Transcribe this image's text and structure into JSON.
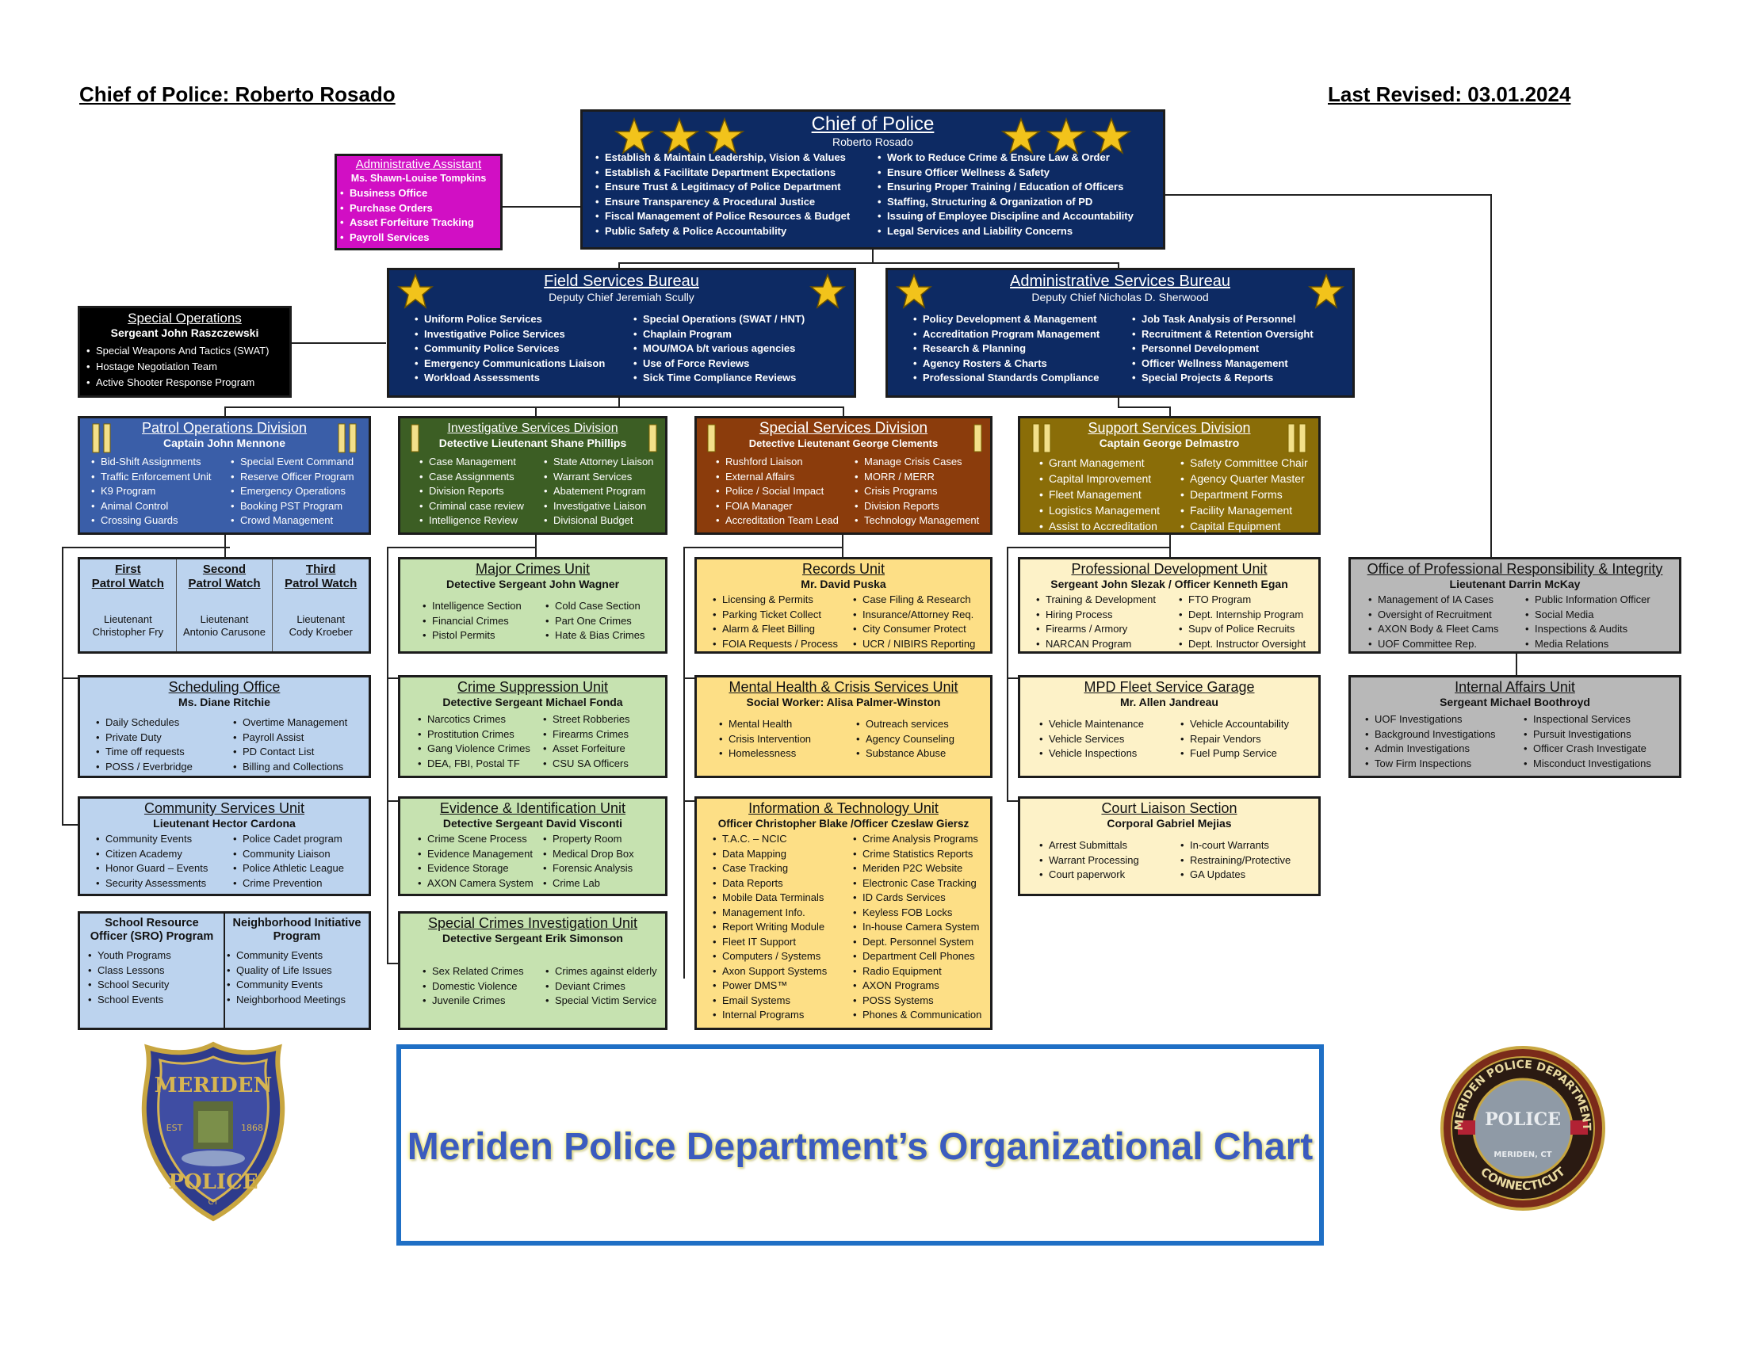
{
  "header": {
    "chief_label": "Chief of Police: Roberto Rosado",
    "revised_label": "Last Revised:  03.01.2024"
  },
  "colors": {
    "navy": "#0d2a63",
    "magenta": "#d10fc4",
    "black": "#000000",
    "patrol_blue": "#3a5ea8",
    "green_dark": "#3c5e24",
    "brown": "#8b3c0c",
    "olive": "#8a6d08",
    "light_blue": "#bcd3ee",
    "light_green": "#c6e2b0",
    "yellow": "#fddf86",
    "cream": "#fdf2c8",
    "gray": "#b8b8b8",
    "star_gold": "#f2c31b"
  },
  "chief": {
    "title": "Chief of Police",
    "name": "Roberto Rosado",
    "left": [
      "Establish & Maintain Leadership, Vision & Values",
      "Establish & Facilitate Department Expectations",
      "Ensure Trust & Legitimacy of Police Department",
      "Ensure Transparency & Procedural Justice",
      "Fiscal Management of Police Resources & Budget",
      "Public Safety & Police Accountability"
    ],
    "right": [
      "Work to Reduce Crime & Ensure Law & Order",
      "Ensure Officer Wellness & Safety",
      "Ensuring Proper Training / Education of Officers",
      "Staffing, Structuring & Organization of PD",
      "Issuing of Employee Discipline and Accountability",
      "Legal Services and Liability Concerns"
    ]
  },
  "admin_assistant": {
    "title": "Administrative Assistant",
    "name": "Ms. Shawn-Louise Tompkins",
    "items": [
      "Business Office",
      "Purchase Orders",
      "Asset Forfeiture Tracking",
      "Payroll Services"
    ]
  },
  "special_operations": {
    "title": "Special Operations",
    "name": "Sergeant John Raszczewski",
    "items": [
      "Special Weapons And Tactics (SWAT)",
      "Hostage Negotiation Team",
      "Active Shooter Response Program"
    ]
  },
  "field_bureau": {
    "title": "Field Services Bureau",
    "name": "Deputy Chief Jeremiah Scully",
    "left": [
      "Uniform Police Services",
      "Investigative Police Services",
      "Community Police Services",
      "Emergency Communications Liaison",
      "Workload Assessments"
    ],
    "right": [
      "Special Operations (SWAT / HNT)",
      "Chaplain Program",
      "MOU/MOA b/t various agencies",
      "Use of Force Reviews",
      "Sick Time Compliance Reviews"
    ]
  },
  "admin_bureau": {
    "title": "Administrative Services Bureau",
    "name": "Deputy Chief Nicholas D. Sherwood",
    "left": [
      "Policy Development & Management",
      "Accreditation Program Management",
      "Research & Planning",
      "Agency Rosters & Charts",
      "Professional Standards Compliance"
    ],
    "right": [
      "Job Task Analysis of Personnel",
      "Recruitment & Retention Oversight",
      "Personnel Development",
      "Officer Wellness Management",
      "Special Projects & Reports"
    ]
  },
  "patrol_div": {
    "title": "Patrol Operations Division",
    "name": "Captain John Mennone",
    "left": [
      "Bid-Shift Assignments",
      "Traffic Enforcement Unit",
      "K9 Program",
      "Animal Control",
      "Crossing Guards"
    ],
    "right": [
      "Special Event Command",
      "Reserve Officer Program",
      "Emergency Operations",
      "Booking PST Program",
      "Crowd Management"
    ]
  },
  "invest_div": {
    "title": "Investigative Services Division",
    "name": "Detective Lieutenant Shane Phillips",
    "left": [
      "Case Management",
      "Case Assignments",
      "Division Reports",
      "Criminal case review",
      "Intelligence Review"
    ],
    "right": [
      "State Attorney Liaison",
      "Warrant Services",
      "Abatement Program",
      "Investigative Liaison",
      "Divisional Budget"
    ]
  },
  "special_div": {
    "title": "Special Services Division",
    "name": "Detective Lieutenant George Clements",
    "left": [
      "Rushford Liaison",
      "External Affairs",
      "Police / Social Impact",
      "FOIA Manager",
      "Accreditation Team Lead"
    ],
    "right": [
      "Manage Crisis Cases",
      "MORR / MERR",
      "Crisis Programs",
      "Division Reports",
      "Technology Management"
    ]
  },
  "support_div": {
    "title": "Support Services Division",
    "name": "Captain George Delmastro",
    "left": [
      "Grant Management",
      "Capital Improvement",
      "Fleet Management",
      "Logistics Management",
      "Assist to Accreditation"
    ],
    "right": [
      "Safety Committee Chair",
      "Agency Quarter Master",
      "Department Forms",
      "Facility Management",
      "Capital Equipment"
    ]
  },
  "patrol_watches": [
    {
      "title1": "First",
      "title2": "Patrol Watch",
      "rank": "Lieutenant",
      "name": "Christopher Fry"
    },
    {
      "title1": "Second",
      "title2": "Patrol Watch",
      "rank": "Lieutenant",
      "name": "Antonio Carusone"
    },
    {
      "title1": "Third",
      "title2": "Patrol Watch",
      "rank": "Lieutenant",
      "name": "Cody Kroeber"
    }
  ],
  "scheduling": {
    "title": "Scheduling Office",
    "name": "Ms. Diane Ritchie",
    "left": [
      "Daily Schedules",
      "Private Duty",
      "Time off requests",
      "POSS / Everbridge"
    ],
    "right": [
      "Overtime Management",
      "Payroll Assist",
      "PD Contact List",
      "Billing and Collections"
    ]
  },
  "community": {
    "title": "Community Services Unit",
    "name": "Lieutenant Hector Cardona",
    "left": [
      "Community Events",
      "Citizen Academy",
      "Honor Guard – Events",
      "Security Assessments"
    ],
    "right": [
      "Police Cadet program",
      "Community Liaison",
      "Police Athletic League",
      "Crime Prevention"
    ]
  },
  "sro": {
    "title_l1": "School Resource",
    "title_l2": "Officer (SRO) Program",
    "items": [
      "Youth Programs",
      "Class Lessons",
      "School Security",
      "School Events"
    ]
  },
  "nip": {
    "title_l1": "Neighborhood Initiative",
    "title_l2": "Program",
    "items": [
      "Community Events",
      "Quality of Life Issues",
      "Community Events",
      "Neighborhood Meetings"
    ]
  },
  "major_crimes": {
    "title": "Major Crimes Unit",
    "name": "Detective Sergeant John Wagner",
    "left": [
      "Intelligence Section",
      "Financial Crimes",
      "Pistol Permits"
    ],
    "right": [
      "Cold Case Section",
      "Part One Crimes",
      "Hate & Bias Crimes"
    ]
  },
  "crime_suppression": {
    "title": "Crime Suppression Unit",
    "name": "Detective Sergeant Michael Fonda",
    "left": [
      "Narcotics Crimes",
      "Prostitution Crimes",
      "Gang Violence Crimes",
      "DEA, FBI, Postal TF"
    ],
    "right": [
      "Street Robberies",
      "Firearms Crimes",
      "Asset Forfeiture",
      "CSU SA Officers"
    ]
  },
  "evidence": {
    "title": "Evidence & Identification Unit",
    "name": "Detective Sergeant David Visconti",
    "left": [
      "Crime Scene Process",
      "Evidence Management",
      "Evidence Storage",
      "AXON Camera System"
    ],
    "right": [
      "Property Room",
      "Medical Drop Box",
      "Forensic Analysis",
      "Crime Lab"
    ]
  },
  "special_crimes": {
    "title": "Special Crimes Investigation Unit",
    "name": "Detective Sergeant Erik Simonson",
    "left": [
      "Sex Related Crimes",
      "Domestic Violence",
      "Juvenile Crimes"
    ],
    "right": [
      "Crimes against elderly",
      "Deviant Crimes",
      "Special Victim Service"
    ]
  },
  "records": {
    "title": "Records Unit",
    "name": "Mr. David Puska",
    "left": [
      "Licensing & Permits",
      "Parking Ticket Collect",
      "Alarm & Fleet Billing",
      "FOIA Requests / Process"
    ],
    "right": [
      "Case Filing & Research",
      "Insurance/Attorney Req.",
      "City Consumer Protect",
      "UCR / NIBIRS Reporting"
    ]
  },
  "mental_health": {
    "title": "Mental Health & Crisis Services Unit",
    "name": "Social Worker: Alisa Palmer-Winston",
    "left": [
      "Mental Health",
      "Crisis Intervention",
      "Homelessness"
    ],
    "right": [
      "Outreach services",
      "Agency Counseling",
      "Substance Abuse"
    ]
  },
  "it_unit": {
    "title": "Information & Technology Unit",
    "name": "Officer Christopher Blake /Officer Czeslaw Giersz",
    "left": [
      "T.A.C. – NCIC",
      "Data Mapping",
      "Case Tracking",
      "Data Reports",
      "Mobile Data Terminals",
      "Management Info.",
      "Report Writing Module",
      "Fleet IT Support",
      "Computers / Systems",
      "Axon Support Systems",
      "Power DMS™",
      "Email Systems",
      "Internal Programs"
    ],
    "right": [
      "Crime Analysis Programs",
      "Crime Statistics Reports",
      "Meriden P2C Website",
      "Electronic Case Tracking",
      "ID Cards Services",
      "Keyless FOB Locks",
      "In-house Camera System",
      "Dept. Personnel System",
      "Department Cell Phones",
      "Radio Equipment",
      "AXON Programs",
      "POSS Systems",
      "Phones & Communication"
    ]
  },
  "prof_dev": {
    "title": "Professional Development Unit",
    "name": "Sergeant John Slezak / Officer Kenneth Egan",
    "left": [
      "Training & Development",
      "Hiring Process",
      "Firearms / Armory",
      "NARCAN Program"
    ],
    "right": [
      "FTO Program",
      "Dept. Internship Program",
      "Supv of Police Recruits",
      "Dept. Instructor Oversight"
    ]
  },
  "fleet": {
    "title": "MPD Fleet Service Garage",
    "name": "Mr. Allen Jandreau",
    "left": [
      "Vehicle Maintenance",
      "Vehicle Services",
      "Vehicle Inspections"
    ],
    "right": [
      "Vehicle Accountability",
      "Repair Vendors",
      "Fuel Pump Service"
    ]
  },
  "court": {
    "title": "Court Liaison Section",
    "name": "Corporal Gabriel Mejias",
    "left": [
      "Arrest Submittals",
      "Warrant Processing",
      "Court paperwork"
    ],
    "right": [
      "In-court Warrants",
      "Restraining/Protective",
      "GA Updates"
    ]
  },
  "opri": {
    "title": "Office of Professional Responsibility & Integrity",
    "name": "Lieutenant Darrin McKay",
    "left": [
      "Management of IA Cases",
      "Oversight of Recruitment",
      "AXON Body & Fleet Cams",
      "UOF Committee Rep."
    ],
    "right": [
      "Public Information Officer",
      "Social Media",
      "Inspections & Audits",
      "Media Relations"
    ]
  },
  "internal_affairs": {
    "title": "Internal Affairs Unit",
    "name": "Sergeant Michael Boothroyd",
    "left": [
      "UOF Investigations",
      "Background Investigations",
      "Admin Investigations",
      "Tow Firm Inspections"
    ],
    "right": [
      "Inspectional Services",
      "Pursuit Investigations",
      "Officer Crash Investigate",
      "Misconduct Investigations"
    ]
  },
  "banner": {
    "title": "Meriden Police Department’s Organizational Chart"
  },
  "seal_left": {
    "top_text": "MERIDEN",
    "bottom_text": "POLICE",
    "est_left": "EST",
    "est_right": "1868",
    "state": "CT"
  },
  "seal_right": {
    "ring_text": "MERIDEN POLICE DEPARTMENT",
    "bottom_text": "CONNECTICUT",
    "center_text": "POLICE",
    "city": "MERIDEN, CT"
  }
}
